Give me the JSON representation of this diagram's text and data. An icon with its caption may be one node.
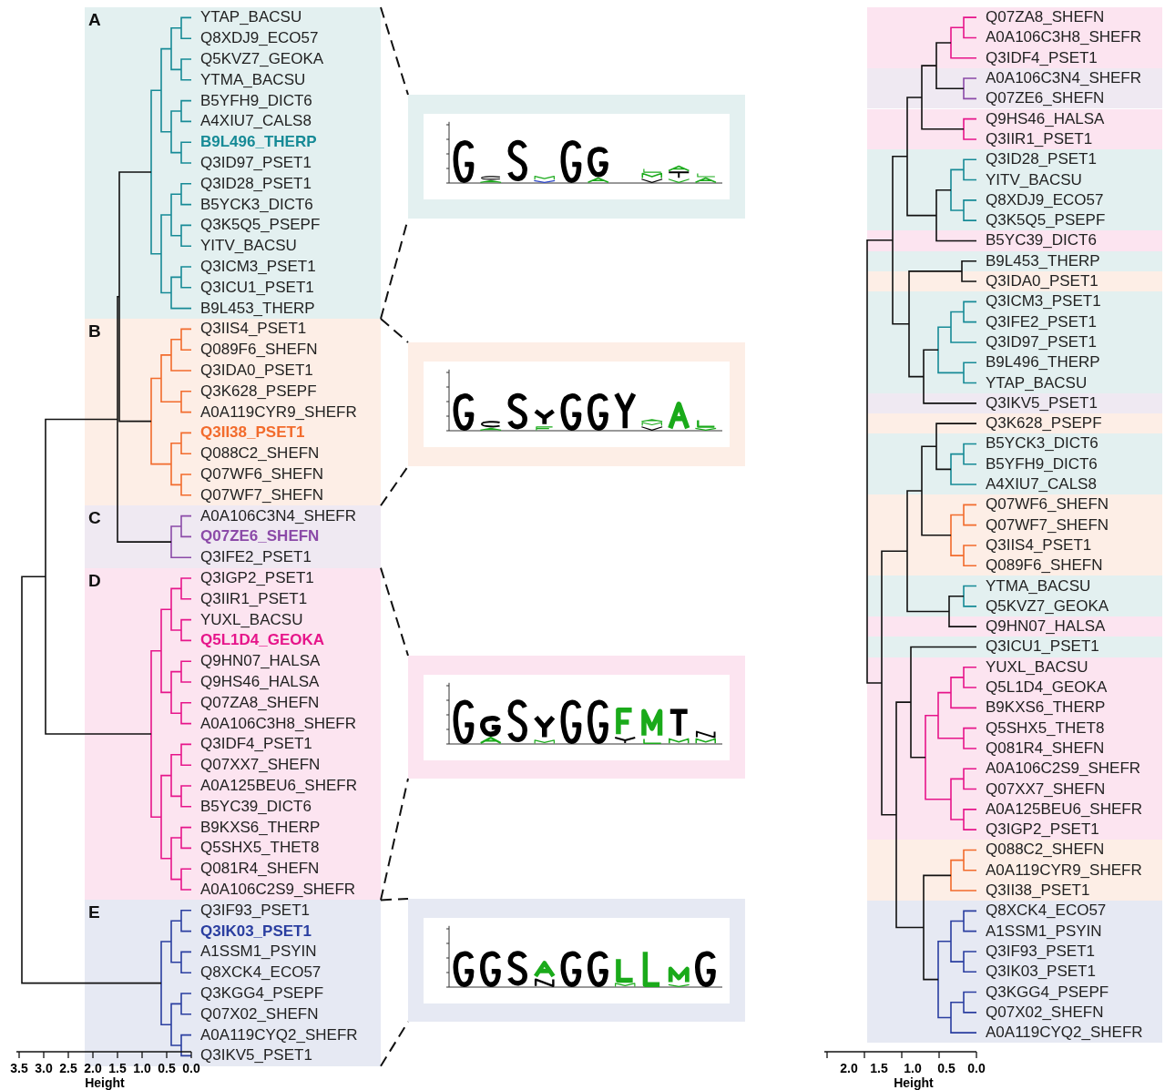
{
  "diagram": {
    "nodes": [
      {
        "text": [
          "A",
          "YTAP_BACSU",
          "Q8XDJ9_ECO57",
          "Q5KVZ7_GEOKA",
          "YTMA_BACSU",
          "B5YFH9_DICT6",
          "A4XIU7_CALS8",
          "B9L496_THERP",
          "Q3ID97_PSET1",
          "Q3ID28_PSET1",
          "B5YCK3_DICT6",
          "Q3K5Q5_PSEPF",
          "YITV_BACSU",
          "Q3ICM3_PSET1",
          "Q3ICU1_PSET1",
          "B9L453_THERP"
        ]
      },
      {
        "text": [
          "B",
          "Q3IIS4_PSET1",
          "Q089F6_SHEFN",
          "Q3IDA0_PSET1",
          "Q3K628_PSEPF",
          "A0A119CYR9_SHEFR",
          "Q3II38_PSET1",
          "Q088C2_SHEFN",
          "Q07WF6_SHEFN",
          "Q07WF7_SHEFN"
        ]
      },
      {
        "text": [
          "C",
          "A0A106C3N4_SHEFR",
          "Q07ZE6_SHEFN",
          "Q3IFE2_PSET1"
        ]
      },
      {
        "text": [
          "D",
          "Q3IGP2_PSET1",
          "Q3IIR1_PSET1",
          "YUXL_BACSU",
          "Q5L1D4_GEOKA",
          "Q9HN07_HALSA",
          "Q9HS46_HALSA",
          "Q07ZA8_SHEFN",
          "A0A106C3H8_SHEFR",
          "Q3IDF4_PSET1",
          "Q07XX7_SHEFN",
          "A0A125BEU6_SHEFR",
          "B5YC39_DICT6",
          "B9KXS6_THERP",
          "Q5SHX5_THET8",
          "Q081R4_SHEFN",
          "A0A106C2S9_SHEFR"
        ]
      },
      {
        "text": [
          "E",
          "Q3IF93_PSET1",
          "Q3IK03_PSET1",
          "A1SSM1_PSYIN",
          "Q8XCK4_ECO57",
          "Q3KGG4_PSEPF",
          "Q07X02_SHEFN",
          "A0A119CYQ2_SHEFR",
          "Q3IKV5_PSET1"
        ]
      },
      {
        "text": [],
        "shape": "picture"
      },
      {
        "text": [],
        "shape": "picture"
      },
      {
        "text": [],
        "shape": "picture"
      },
      {
        "text": [],
        "shape": "picture"
      },
      {
        "text": [
          "Q07ZA8_SHEFN",
          "A0A106C3H8_SHEFR",
          "Q3IDF4_PSET1"
        ]
      },
      {
        "text": [
          "A0A106C3N4_SHEFR",
          "Q07ZE6_SHEFN"
        ]
      },
      {
        "text": [
          "Q9HS46_HALSA",
          "Q3IIR1_PSET1"
        ]
      },
      {
        "text": [
          "Q3ID28_PSET1",
          "YITV_BACSU",
          "Q8XDJ9_ECO57",
          "Q3K5Q5_PSEPF"
        ]
      },
      {
        "text": [
          "B5YC39_DICT6"
        ]
      },
      {
        "text": [
          "B9L453_THERP"
        ]
      },
      {
        "text": [
          "Q3IDA0_PSET1"
        ]
      },
      {
        "text": [
          "Q3ICM3_PSET1",
          "Q3IFE2_PSET1",
          "Q3ID97_PSET1",
          "B9L496_THERP",
          "YTAP_BACSU"
        ]
      },
      {
        "text": [
          "Q3IKV5_PSET1"
        ]
      },
      {
        "text": [
          "Q3K628_PSEPF"
        ]
      },
      {
        "text": [
          "B5YCK3_DICT6",
          "B5YFH9_DICT6",
          "A4XIU7_CALS8"
        ]
      },
      {
        "text": [
          "Q07WF6_SHEFN",
          "Q07WF7_SHEFN",
          "Q3IIS4_PSET1",
          "Q089F6_SHEFN"
        ]
      },
      {
        "text": [
          "YTMA_BACSU",
          "Q5KVZ7_GEOKA"
        ]
      },
      {
        "text": [
          "Q9HN07_HALSA"
        ]
      },
      {
        "text": [
          "Q3ICU1_PSET1"
        ]
      },
      {
        "text": [
          "YUXL_BACSU",
          "Q5L1D4_GEOKA",
          "B9KXS6_THERP",
          "Q5SHX5_THET8",
          "Q081R4_SHEFN",
          "A0A106C2S9_SHEFR",
          "Q07XX7_SHEFN",
          "A0A125BEU6_SHEFR",
          "Q3IGP2_PSET1"
        ]
      },
      {
        "text": [
          "Q088C2_SHEFN",
          "A0A119CYR9_SHEFR",
          "Q3II38_PSET1"
        ]
      },
      {
        "text": [
          "Q8XCK4_ECO57",
          "A1SSM1_PSYIN",
          "Q3IF93_PSET1",
          "Q3IK03_PSET1",
          "Q3KGG4_PSEPF",
          "Q07X02_SHEFN",
          "A0A119CYQ2_SHEFR"
        ]
      }
    ],
    "edges": [
      {
        "from": 0,
        "to": 5,
        "arrow": "none",
        "style": "dashed"
      },
      {
        "from": 0,
        "to": 5,
        "arrow": "none",
        "style": "dashed"
      },
      {
        "from": 1,
        "to": 6,
        "arrow": "none",
        "style": "dashed"
      },
      {
        "from": 1,
        "to": 6,
        "arrow": "none",
        "style": "dashed"
      },
      {
        "from": 3,
        "to": 7,
        "arrow": "none",
        "style": "dashed"
      },
      {
        "from": 3,
        "to": 7,
        "arrow": "none",
        "style": "dashed"
      },
      {
        "from": 4,
        "to": 8,
        "arrow": "none",
        "style": "dashed"
      },
      {
        "from": 4,
        "to": 8,
        "arrow": "none",
        "style": "dashed"
      }
    ],
    "labels": [
      "3.5",
      "3.0",
      "2.5",
      "2.0",
      "1.5",
      "1.0",
      "0.5",
      "0.0",
      "Height",
      "2.0",
      "1.5",
      "1.0",
      "0.5",
      "0.0",
      "Height"
    ]
  }
}
